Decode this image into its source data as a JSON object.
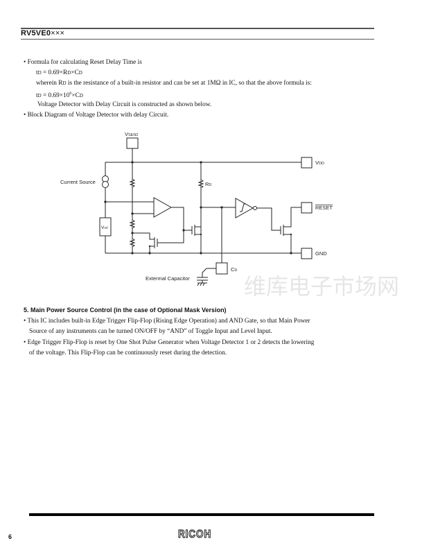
{
  "header": {
    "part_number": "RV5VE0",
    "part_suffix": "×××"
  },
  "intro": {
    "bullet1": "• Formula for calculating Reset Delay Time is",
    "formula1": {
      "t": "t",
      "t_sub": "D",
      "rest1": " = 0.69×R",
      "r_sub": "D",
      "rest2": "×C",
      "c_sub": "D"
    },
    "wherein_pre": "wherein R",
    "wherein_sub": "D",
    "wherein_post": " is the resistance of a built-in resistor and can be set at 1MΩ in IC, so that the above formula is:",
    "formula2": {
      "t": "t",
      "t_sub": "D",
      "rest1": " = 0.69×10",
      "exp": "6",
      "rest2": "×C",
      "c_sub": "D"
    },
    "constructed": "Voltage Detector with Delay Circuit is constructed as shown below.",
    "bullet2": "• Block Diagram of Voltage Detector with delay Circuit."
  },
  "diagram": {
    "vsen2": "V",
    "vsen2_sub": "SEN2",
    "vdd": "V",
    "vdd_sub": "DD",
    "current_source": "Current Source",
    "vref": "V",
    "vref_sub": "ref",
    "rd": "R",
    "rd_sub": "D",
    "reset": "RESET",
    "gnd": "GND",
    "cd": "C",
    "cd_sub": "D",
    "ext_cap": "Extermal Capacitor",
    "watermark": "维库电子市场网"
  },
  "section5": {
    "heading": "5. Main Power Source Control (in the case of Optional Mask Version)",
    "p1_line1": "• This IC includes built-in Edge Trigger Flip-Flop (Rising Edge Operation) and AND Gate, so that Main Power",
    "p1_line2": "Source of any instruments can be turned ON/OFF by “AND” of Toggle Input and Level Input.",
    "p2_line1": "• Edge Trigger Flip-Flop is reset by One Shot Pulse Generator when Voltage Detector 1 or 2 detects the lowering",
    "p2_line2": "of the voltage.  This Flip-Flop can be continuously reset during the detection."
  },
  "footer": {
    "page_number": "6",
    "logo": "RICOH"
  }
}
